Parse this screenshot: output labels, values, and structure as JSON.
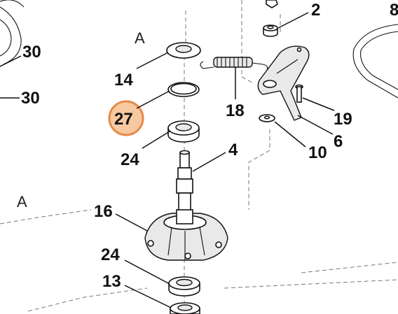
{
  "labels": {
    "l2": "2",
    "l8": "8",
    "l30a": "30",
    "l30b": "30",
    "l14": "14",
    "l18": "18",
    "l19": "19",
    "l27": "27",
    "l6": "6",
    "l24a": "24",
    "l10": "10",
    "l4": "4",
    "l16": "16",
    "l24b": "24",
    "l13": "13",
    "lA1": "A",
    "lA2": "A"
  },
  "highlight": {
    "fill": "#f6c9a0",
    "stroke": "#e8894a"
  }
}
